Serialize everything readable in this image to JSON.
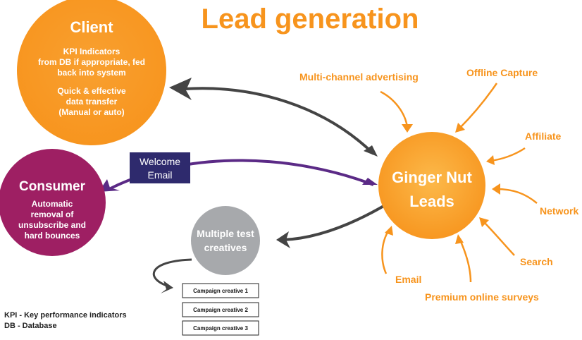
{
  "title": "Lead generation",
  "colors": {
    "orange": "#f7941d",
    "orange_light": "#fbb040",
    "purple": "#9e1f63",
    "navy": "#2e2a6d",
    "grey": "#a7a9ac",
    "dark_grey": "#444444"
  },
  "client": {
    "title": "Client",
    "lines": [
      "KPI Indicators",
      "from DB if appropriate, fed",
      "back into system",
      "",
      "Quick & effective",
      "data transfer",
      "(Manual or auto)"
    ]
  },
  "consumer": {
    "title": "Consumer",
    "lines": [
      "Automatic",
      "removal of",
      "unsubscribe and",
      "hard bounces"
    ]
  },
  "welcome_email": {
    "lines": [
      "Welcome",
      "Email"
    ]
  },
  "hub": {
    "lines": [
      "Ginger Nut",
      "Leads"
    ]
  },
  "test_creatives": {
    "lines": [
      "Multiple test",
      "creatives"
    ]
  },
  "campaign_creatives": [
    "Campaign creative 1",
    "Campaign creative 2",
    "Campaign creative 3"
  ],
  "sources": [
    "Multi-channel advertising",
    "Offline Capture",
    "Affiliate",
    "Network",
    "Search",
    "Premium online surveys",
    "Email"
  ],
  "legend": [
    "KPI - Key performance indicators",
    "DB - Database"
  ]
}
